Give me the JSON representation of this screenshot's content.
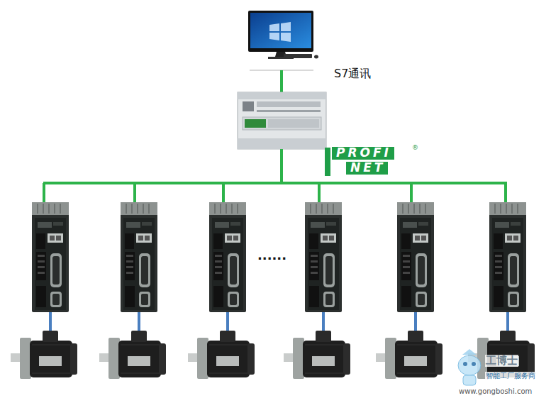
{
  "diagram": {
    "nodes": [
      {
        "text": [
          "PROFI",
          "NET"
        ]
      }
    ],
    "labels": [
      "S7通讯",
      "®",
      "......",
      "工博士",
      "智能工厂服务商",
      "www.gongboshi.com"
    ]
  }
}
